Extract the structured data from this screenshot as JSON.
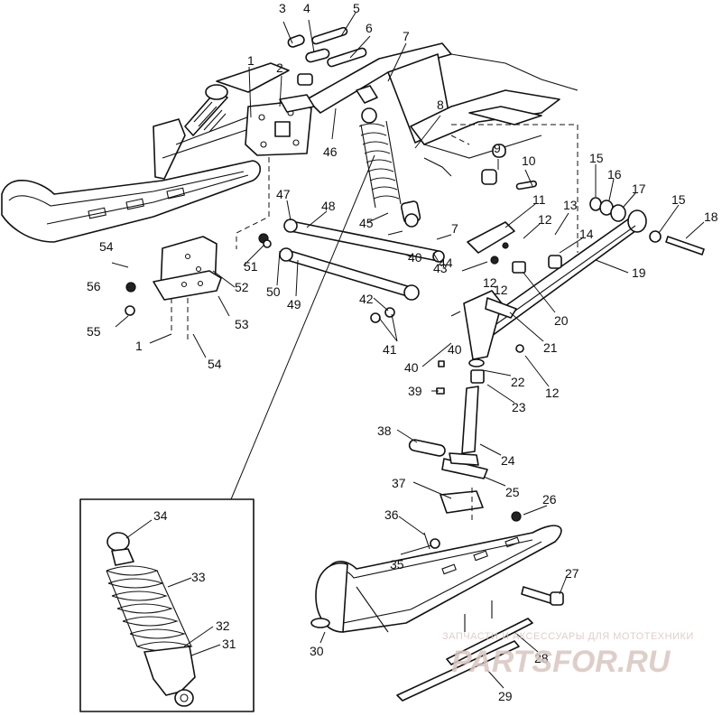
{
  "diagram": {
    "type": "exploded parts diagram",
    "callouts": [
      "1",
      "2",
      "3",
      "4",
      "5",
      "6",
      "7",
      "8",
      "9",
      "10",
      "11",
      "12",
      "13",
      "14",
      "15",
      "16",
      "17",
      "18",
      "19",
      "20",
      "21",
      "22",
      "23",
      "24",
      "25",
      "26",
      "27",
      "28",
      "29",
      "30",
      "31",
      "32",
      "33",
      "34",
      "35",
      "36",
      "37",
      "38",
      "39",
      "40",
      "41",
      "42",
      "43",
      "44",
      "45",
      "46",
      "47",
      "48",
      "49",
      "50",
      "51",
      "52",
      "53",
      "54",
      "55",
      "56"
    ],
    "callout_positions": [
      {
        "label": "1",
        "ref": "bolt-top-left"
      },
      {
        "label": "2",
        "ref": "bracket-top"
      },
      {
        "label": "3",
        "ref": "pin-3"
      },
      {
        "label": "4",
        "ref": "pin-4"
      },
      {
        "label": "5",
        "ref": "bolt-5"
      },
      {
        "label": "6",
        "ref": "bolt-6"
      },
      {
        "label": "7",
        "ref": "nut-7"
      },
      {
        "label": "8",
        "ref": "frame-8"
      },
      {
        "label": "9",
        "ref": "nut-9"
      },
      {
        "label": "10",
        "ref": "bolt-10"
      },
      {
        "label": "11",
        "ref": "bracket-11"
      },
      {
        "label": "12",
        "ref": "nut-12"
      },
      {
        "label": "13",
        "ref": "dash-13"
      },
      {
        "label": "14",
        "ref": "bolt-14"
      },
      {
        "label": "15",
        "ref": "washer-15"
      },
      {
        "label": "16",
        "ref": "bushing-16"
      },
      {
        "label": "17",
        "ref": "bushing-17"
      },
      {
        "label": "18",
        "ref": "bolt-18"
      },
      {
        "label": "19",
        "ref": "radius-rod"
      },
      {
        "label": "20",
        "ref": "block-20"
      },
      {
        "label": "21",
        "ref": "spindle-21"
      },
      {
        "label": "22",
        "ref": "washer-22"
      },
      {
        "label": "23",
        "ref": "bushing-23"
      },
      {
        "label": "24",
        "ref": "bolt-24"
      },
      {
        "label": "25",
        "ref": "spindle-25"
      },
      {
        "label": "26",
        "ref": "nut-26"
      },
      {
        "label": "27",
        "ref": "bolt-27"
      },
      {
        "label": "28",
        "ref": "carbide-28"
      },
      {
        "label": "29",
        "ref": "wear-bar-29"
      },
      {
        "label": "30",
        "ref": "ski-30"
      },
      {
        "label": "31",
        "ref": "shock-31"
      },
      {
        "label": "32",
        "ref": "shock-32"
      },
      {
        "label": "33",
        "ref": "spring-33"
      },
      {
        "label": "34",
        "ref": "shock-34"
      },
      {
        "label": "35",
        "ref": "nut-35"
      },
      {
        "label": "36",
        "ref": "pin-36"
      },
      {
        "label": "37",
        "ref": "saddle-37"
      },
      {
        "label": "38",
        "ref": "bushing-38"
      },
      {
        "label": "39",
        "ref": "fitting-39"
      },
      {
        "label": "40",
        "ref": "bolt-40"
      },
      {
        "label": "41",
        "ref": "nut-41"
      },
      {
        "label": "42",
        "ref": "fitting-42"
      },
      {
        "label": "43",
        "ref": "nut-43"
      },
      {
        "label": "44",
        "ref": "arm-44"
      },
      {
        "label": "45",
        "ref": "bolt-45"
      },
      {
        "label": "46",
        "ref": "bolt-46"
      },
      {
        "label": "47",
        "ref": "bushing-47"
      },
      {
        "label": "48",
        "ref": "arm-48"
      },
      {
        "label": "49",
        "ref": "arm-49"
      },
      {
        "label": "50",
        "ref": "washer-50"
      },
      {
        "label": "51",
        "ref": "bolt-51"
      },
      {
        "label": "52",
        "ref": "bracket-52"
      },
      {
        "label": "53",
        "ref": "bolt-53"
      },
      {
        "label": "54",
        "ref": "screw-54"
      },
      {
        "label": "55",
        "ref": "nut-55"
      },
      {
        "label": "56",
        "ref": "nut-56"
      }
    ],
    "extra_labels": {
      "label_1b": "1",
      "label_12b": "12",
      "label_12c": "12",
      "label_12d": "12",
      "label_15b": "15",
      "label_40b": "40",
      "label_40c": "40",
      "label_54b": "54",
      "label_7b": "7"
    }
  },
  "watermark": {
    "line1": "ЗАПЧАСТИ И АКСЕССУАРЫ ДЛЯ МОТОТЕХНИКИ",
    "line2": "PARTSFOR.RU"
  }
}
